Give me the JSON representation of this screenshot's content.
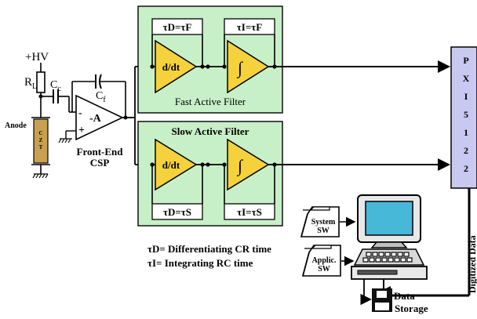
{
  "detector": {
    "hv_label": "+HV",
    "rl_main": "R",
    "rl_sub": "L",
    "cc_main": "C",
    "cc_sub": "c",
    "anode_label": "Anode",
    "crystal_label": "CZT"
  },
  "csp": {
    "cf_main": "C",
    "cf_sub": "f",
    "minus": "-",
    "plus": "+",
    "gain": "-A",
    "name_line1": "Front-End",
    "name_line2": "CSP"
  },
  "fast_filter": {
    "tau_d_label": "τD=τF",
    "tau_i_label": "τI=τF",
    "diff_symbol": "d/dt",
    "int_symbol": "∫",
    "title": "Fast Active Filter"
  },
  "slow_filter": {
    "title": "Slow Active Filter",
    "diff_symbol": "d/dt",
    "int_symbol": "∫",
    "tau_d_label": "τD=τS",
    "tau_i_label": "τI=τS"
  },
  "legend": {
    "line1": "τD= Differentiating CR time",
    "line2": "τI= Integrating RC time"
  },
  "digitizer": {
    "chars": [
      "P",
      "X",
      "I",
      "5",
      "1",
      "2",
      "2"
    ],
    "output_label": "Digitized Data"
  },
  "computer": {
    "system_sw_line1": "System",
    "system_sw_line2": "SW",
    "applic_sw_line1": "Applic.",
    "applic_sw_line2": "SW",
    "storage_line1": "Data",
    "storage_line2": "Storage"
  },
  "colors": {
    "panel_fill": "#c8f0c8",
    "amp_fill": "#f5d23c",
    "crystal_fill": "#c8a050",
    "digitizer_fill": "#c8c8f0",
    "screen_fill": "#48b8d8"
  }
}
